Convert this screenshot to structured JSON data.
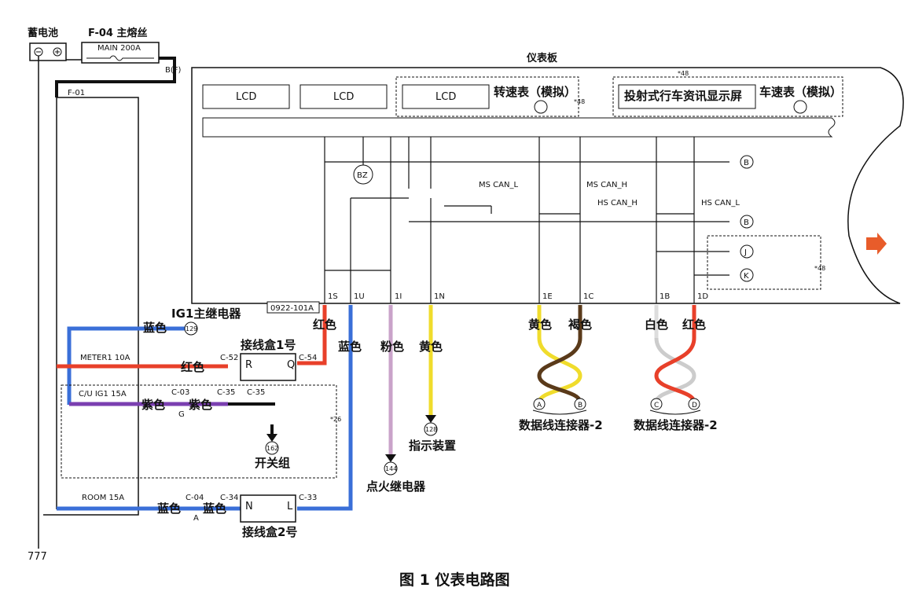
{
  "caption": "图 1 仪表电路图",
  "battery": "蓄电池",
  "main_fuse_label": "F-04 主熔丝",
  "main_fuse_value": "MAIN 200A",
  "main_fuse_term": "B(F)",
  "fuse_f01": "F-01",
  "panel_title": "仪表板",
  "lcd1": "LCD",
  "lcd2": "LCD",
  "lcd3": "LCD",
  "tach": "转速表（模拟）",
  "hud": "投射式行车资讯显示屏",
  "speedo": "车速表（模拟）",
  "note48a": "*48",
  "note48b": "*48",
  "note48c": "*48",
  "note26": "*26",
  "buzzer": "BZ",
  "ms_can_l": "MS CAN_L",
  "ms_can_h": "MS CAN_H",
  "hs_can_h": "HS CAN_H",
  "hs_can_l": "HS CAN_L",
  "conn_code": "0922-101A",
  "pins": [
    "1S",
    "1U",
    "1I",
    "1N",
    "1E",
    "1C",
    "1B",
    "1D"
  ],
  "circle_b_top": "B",
  "circle_b_mid": "B",
  "circle_j": "J",
  "circle_k": "K",
  "ig1_relay": "IG1主继电器",
  "ig1_blue": "蓝色",
  "ig1_ref": "129",
  "red1": "红色",
  "blue1": "蓝色",
  "pink1": "粉色",
  "yellow1": "黄色",
  "yellow2": "黄色",
  "brown1": "褐色",
  "white1": "白色",
  "red2": "红色",
  "junction1": "接线盒1号",
  "c52": "C-52",
  "c54": "C-54",
  "jb_r": "R",
  "jb_q": "Q",
  "meter_fuse": "METER1 10A",
  "meter_red": "红色",
  "cu_fuse": "C/U IG1 15A",
  "c03": "C-03",
  "c35a": "C-35",
  "c35b": "C-35",
  "purple1": "紫色",
  "purple2": "紫色",
  "g_term": "G",
  "switch_ref": "162",
  "switch_group": "开关组",
  "room_fuse": "ROOM 15A",
  "c04": "C-04",
  "c34": "C-34",
  "c33": "C-33",
  "room_blue1": "蓝色",
  "room_blue2": "蓝色",
  "a_term": "A",
  "jb_n": "N",
  "jb_l": "L",
  "junction2": "接线盒2号",
  "ignition_ref": "144",
  "ignition_relay": "点火继电器",
  "indicator_ref": "128",
  "indicator": "指示装置",
  "dlc_a": "A",
  "dlc_b": "B",
  "dlc_c": "C",
  "dlc_d": "D",
  "dlc_label1": "数据线连接器-2",
  "dlc_label2": "数据线连接器-2",
  "ground_sym": "777"
}
